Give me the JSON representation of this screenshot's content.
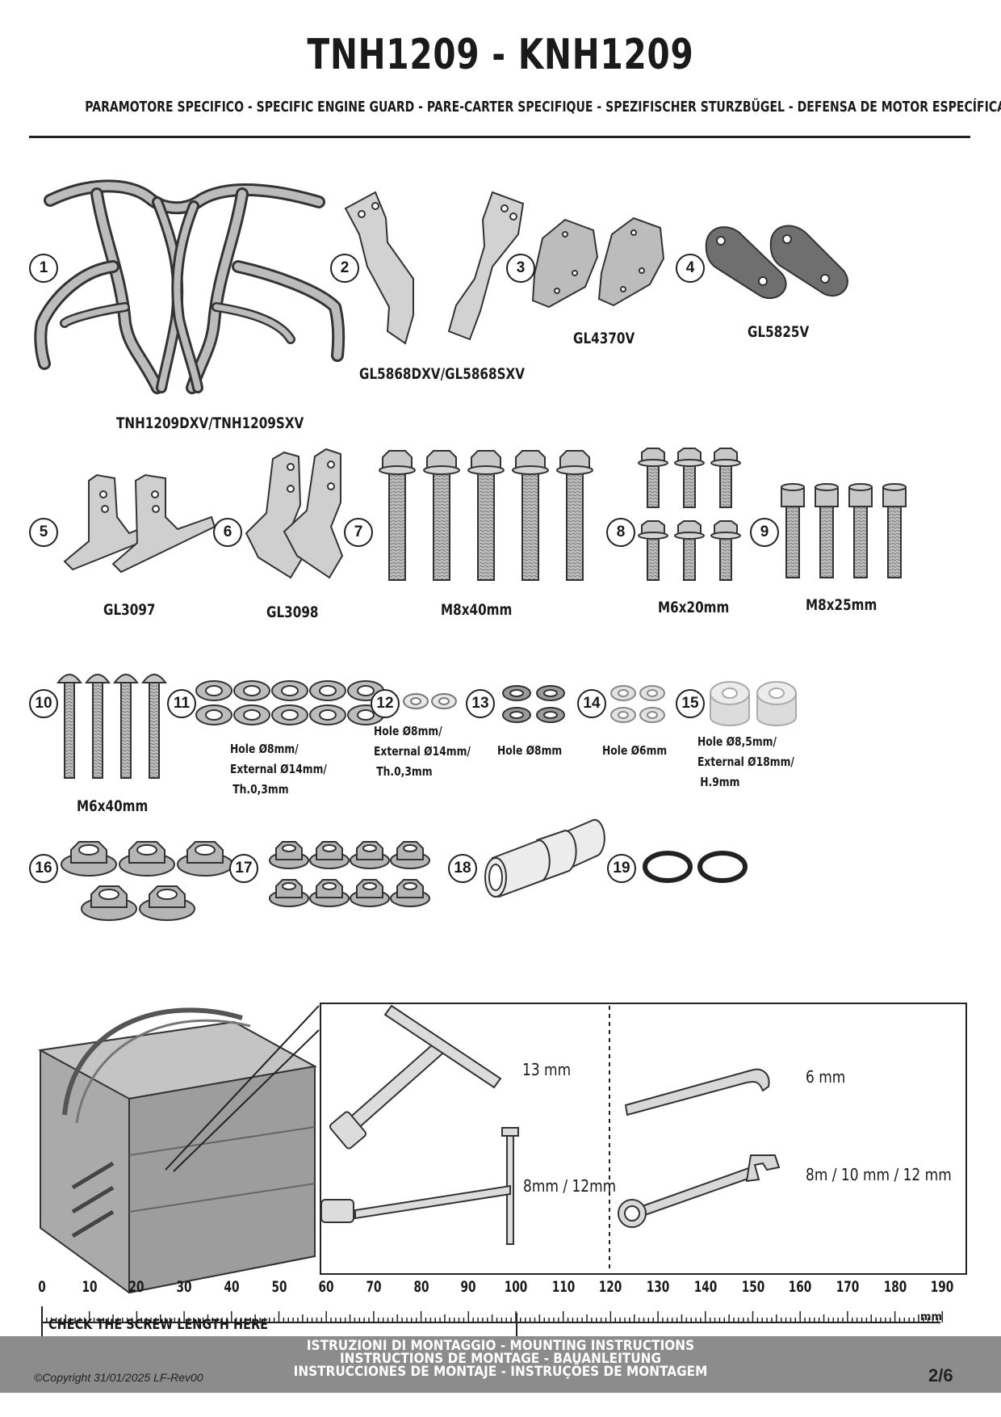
{
  "header": {
    "title": "TNH1209 - KNH1209",
    "subtitle": "PARAMOTORE SPECIFICO  -  SPECIFIC ENGINE GUARD - PARE-CARTER SPECIFIQUE - SPEZIFISCHER STURZBÜGEL - DEFENSA DE MOTOR ESPECÍFICA - PARAMOTOR ESPECÍFICO"
  },
  "parts": [
    {
      "n": "1",
      "code": "TNH1209DXV/TNH1209SXV"
    },
    {
      "n": "2",
      "code": "GL5868DXV/GL5868SXV"
    },
    {
      "n": "3",
      "code": "GL4370V"
    },
    {
      "n": "4",
      "code": "GL5825V"
    },
    {
      "n": "5",
      "code": "GL3097"
    },
    {
      "n": "6",
      "code": "GL3098"
    },
    {
      "n": "7",
      "code": "M8x40mm"
    },
    {
      "n": "8",
      "code": "M6x20mm"
    },
    {
      "n": "9",
      "code": "M8x25mm"
    },
    {
      "n": "10",
      "code": "M6x40mm"
    },
    {
      "n": "11",
      "spec": [
        "Hole Ø8mm/",
        "External Ø14mm/",
        "Th.0,3mm"
      ]
    },
    {
      "n": "12",
      "spec": [
        "Hole Ø8mm/",
        "External Ø14mm/",
        "Th.0,3mm"
      ]
    },
    {
      "n": "13",
      "spec": [
        "Hole Ø8mm"
      ]
    },
    {
      "n": "14",
      "spec": [
        "Hole Ø6mm"
      ]
    },
    {
      "n": "15",
      "spec": [
        "Hole Ø8,5mm/",
        "External Ø18mm/",
        "H.9mm"
      ]
    },
    {
      "n": "16"
    },
    {
      "n": "17"
    },
    {
      "n": "18"
    },
    {
      "n": "19"
    }
  ],
  "tools": {
    "t_wrench": "13 mm",
    "u_joint": "8mm / 12mm",
    "allen_key": "6 mm",
    "combination_wrench": "8m / 10 mm / 12 mm"
  },
  "ruler": {
    "ticks": [
      "0",
      "10",
      "20",
      "30",
      "40",
      "50",
      "60",
      "70",
      "80",
      "90",
      "100",
      "110",
      "120",
      "130",
      "140",
      "150",
      "160",
      "170",
      "180",
      "190"
    ],
    "caption": "CHECK THE SCREW LENGTH HERE",
    "unit": "mm"
  },
  "footer": {
    "line1": "ISTRUZIONI DI MONTAGGIO  -  MOUNTING INSTRUCTIONS",
    "line2": "INSTRUCTIONS DE MONTAGE - BAUANLEITUNG",
    "line3": "INSTRUCCIONES DE MONTAJE - INSTRUÇÕES DE MONTAGEM",
    "copyright": "©Copyright 31/01/2025 LF-Rev00",
    "page": "2/6"
  },
  "colors": {
    "metal": "#b9b9b9",
    "metal_dark": "#7a7a7a",
    "ink": "#222222",
    "footer": "#8c8c8c"
  }
}
